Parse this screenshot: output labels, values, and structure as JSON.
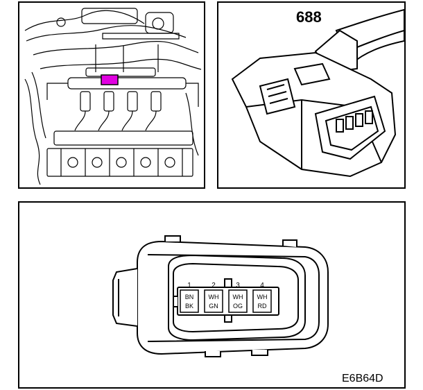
{
  "connector_number": "688",
  "figure_code": "E6B64D",
  "highlight_color": "#e000e0",
  "pins": [
    {
      "number": "1",
      "wire_color_top": "BN",
      "wire_color_bottom": "BK"
    },
    {
      "number": "2",
      "wire_color_top": "WH",
      "wire_color_bottom": "GN"
    },
    {
      "number": "3",
      "wire_color_top": "WH",
      "wire_color_bottom": "OG"
    },
    {
      "number": "4",
      "wire_color_top": "WH",
      "wire_color_bottom": "RD"
    }
  ]
}
